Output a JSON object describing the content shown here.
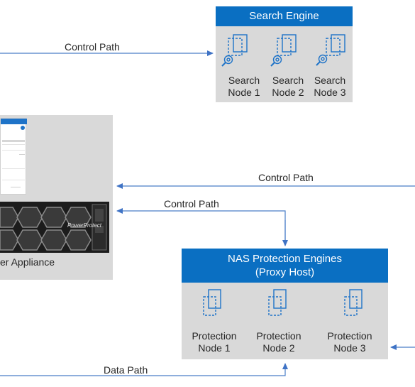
{
  "search_engine": {
    "title": "Search Engine",
    "nodes": [
      {
        "line1": "Search",
        "line2": "Node 1"
      },
      {
        "line1": "Search",
        "line2": "Node 2"
      },
      {
        "line1": "Search",
        "line2": "Node 3"
      }
    ]
  },
  "appliance": {
    "label": "er Appliance",
    "bezel_text": "PowerProtect"
  },
  "nas": {
    "title_line1": "NAS Protection Engines",
    "title_line2": "(Proxy Host)",
    "nodes": [
      {
        "line1": "Protection",
        "line2": "Node 1"
      },
      {
        "line1": "Protection",
        "line2": "Node 2"
      },
      {
        "line1": "Protection",
        "line2": "Node 3"
      }
    ]
  },
  "arrows": {
    "control_path_top": "Control Path",
    "control_path_right": "Control Path",
    "control_path_mid": "Control Path",
    "data_path": "Data Path"
  },
  "colors": {
    "accent": "#0a6fc2",
    "panel": "#d9d9d9",
    "arrow": "#4a7ec8"
  },
  "icons": {
    "search_node": "search-document-icon",
    "protection_node": "document-copy-icon"
  }
}
